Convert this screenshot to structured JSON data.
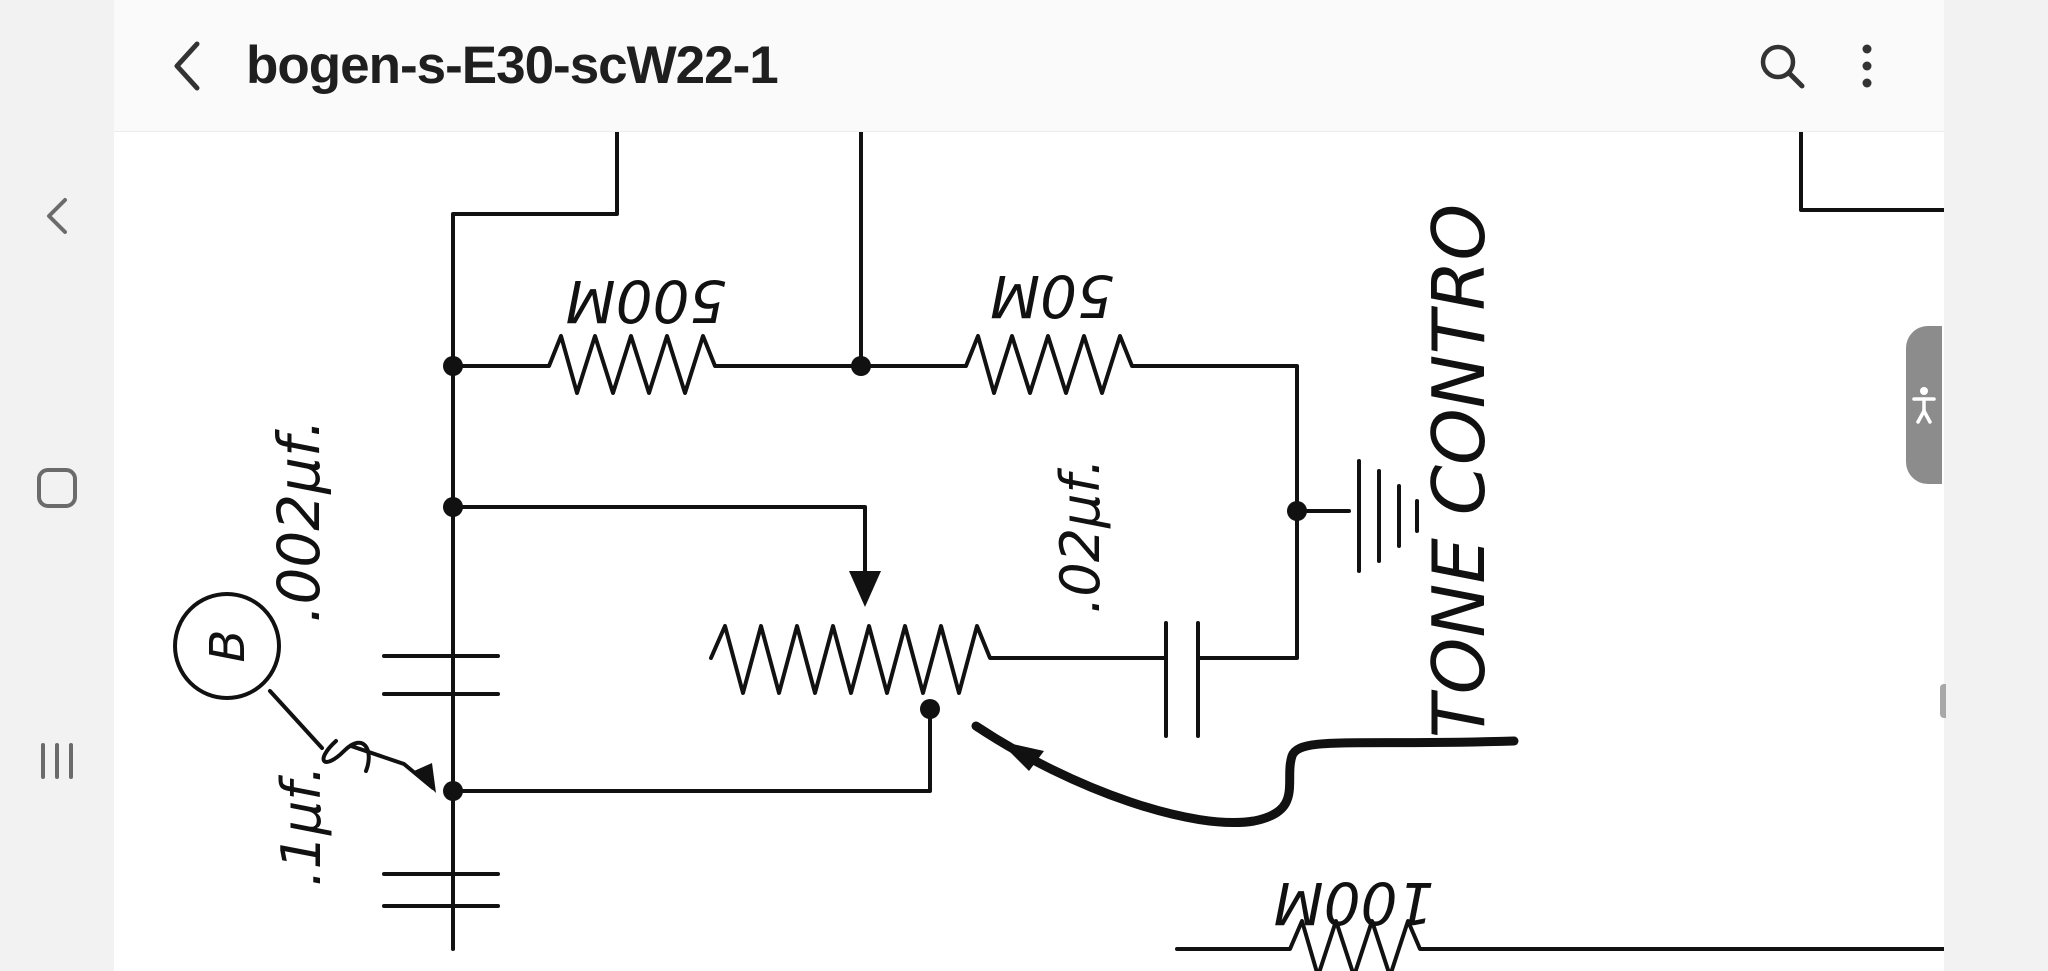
{
  "app": {
    "title": "bogen-s-E30-scW22-1"
  },
  "toolbar": {
    "back": "back-icon",
    "search": "search-icon",
    "more": "more-vert-icon"
  },
  "navigation": {
    "back": "nav-back-icon",
    "home": "nav-home-icon",
    "recents": "nav-recents-icon"
  },
  "side_tab": {
    "icon": "accessibility-icon"
  },
  "schematic": {
    "labels": {
      "r500m": "500M",
      "r50m": "50M",
      "c002": ".002μf.",
      "c02": ".02μf.",
      "c1": ".1μf.",
      "b_marker": "B",
      "tone_control": "TONE CONTRO",
      "r100m": "100M"
    }
  },
  "colors": {
    "ink": "#111111",
    "appbar_bg": "#fafafa",
    "nav_bg": "#f2f2f2",
    "tab_bg": "#8c8c8c",
    "icon": "#333333"
  }
}
